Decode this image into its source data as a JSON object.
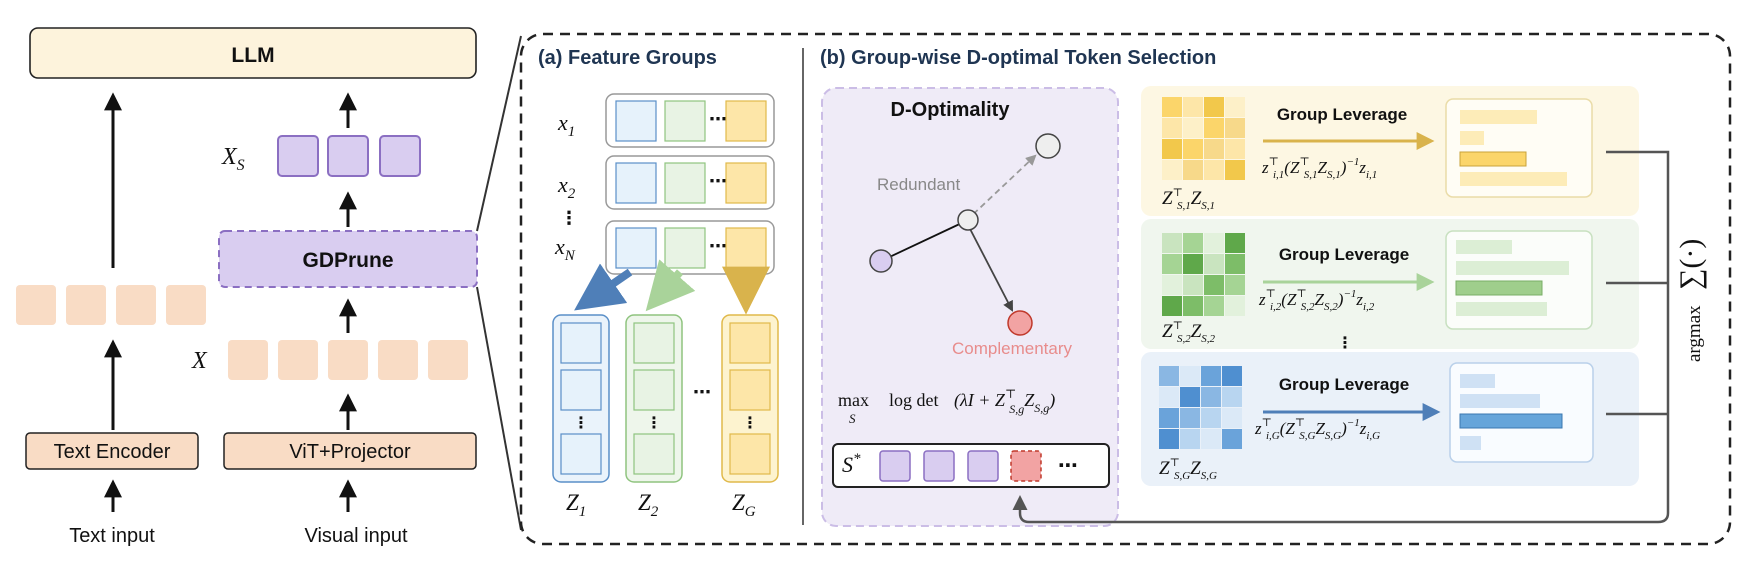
{
  "left": {
    "llm_label": "LLM",
    "gdprune_label": "GDPrune",
    "xs_label_main": "X",
    "xs_label_sub": "S",
    "x_label": "X",
    "text_encoder_label": "Text Encoder",
    "vit_label": "ViT+Projector",
    "text_input_label": "Text input",
    "visual_input_label": "Visual input"
  },
  "panel_a": {
    "title": "(a) Feature Groups",
    "rows": [
      {
        "var": "x",
        "sub": "1"
      },
      {
        "var": "x",
        "sub": "2"
      },
      {
        "var": "x",
        "sub": "N"
      }
    ],
    "ellipsis": "⋯",
    "vdots": "⋮",
    "groups": [
      {
        "var": "Z",
        "sub": "1"
      },
      {
        "var": "Z",
        "sub": "2"
      },
      {
        "var": "Z",
        "sub": "G"
      }
    ]
  },
  "panel_b": {
    "title": "(b) Group-wise D-optimal Token Selection",
    "d_optimality_title": "D-Optimality",
    "redundant_label": "Redundant",
    "complementary_label": "Complementary",
    "objective_max": "max",
    "objective_sub": "S",
    "objective_body": "log det",
    "objective_args": "(λI + Z",
    "objective_args_sup": "⊤",
    "objective_args_sub": "S,g",
    "objective_args_tail": "Z",
    "objective_args_tail_sub": "S,g",
    "objective_close": ")",
    "s_star_main": "S",
    "s_star_sup": "*",
    "s_star_dots": "⋯",
    "group_leverage_label": "Group Leverage",
    "groups": [
      {
        "index": "1",
        "matrix_label": "Z",
        "idx_sub": "S,1",
        "leverage_sub": "i,1"
      },
      {
        "index": "2",
        "matrix_label": "Z",
        "idx_sub": "S,2",
        "leverage_sub": "i,2"
      },
      {
        "index": "G",
        "matrix_label": "Z",
        "idx_sub": "S,G",
        "leverage_sub": "i,G"
      }
    ],
    "vdots": "⋮",
    "argmax_label": "argmax",
    "sum_label": "∑(·)"
  },
  "colors": {
    "token_peach": "#f9dcc5",
    "token_purple": "#d9cdf0",
    "purple_border": "#8b6fc2",
    "blue": "#5a8fc8",
    "green": "#8fc47f",
    "yellow": "#f2c84b",
    "red_token": "#f2a3a3",
    "panel_yellow": "#fdf7e3",
    "panel_green": "#f0f6ee",
    "panel_blue": "#eaf1f9",
    "dopt_bg": "#efebf7"
  }
}
